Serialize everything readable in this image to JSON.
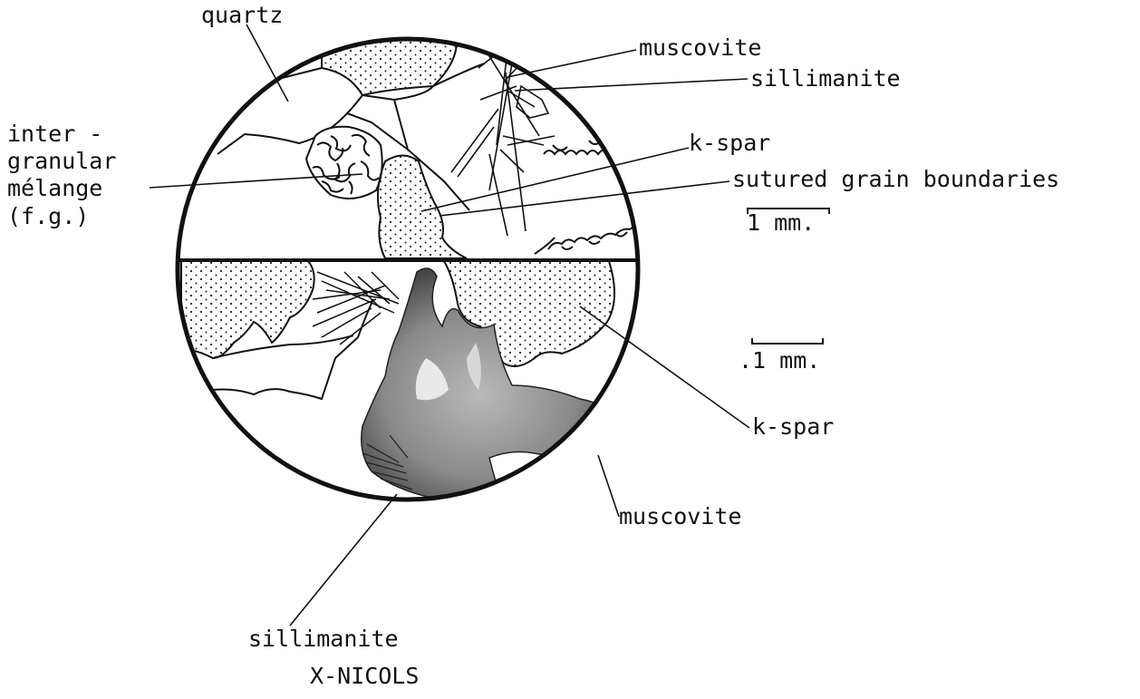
{
  "labels": {
    "quartz": "quartz",
    "muscovite_top": "muscovite",
    "sillimanite_top": "sillimanite",
    "intergranular": [
      "inter -",
      "granular",
      "mélange",
      "(f.g.)"
    ],
    "kspar_top": "k-spar",
    "sutured": "sutured grain boundaries",
    "scale_top": "1 mm.",
    "scale_bottom": ".1 mm.",
    "kspar_bottom": "k-spar",
    "muscovite_bottom": "muscovite",
    "sillimanite_bottom": "sillimanite",
    "caption": "X-NICOLS"
  }
}
